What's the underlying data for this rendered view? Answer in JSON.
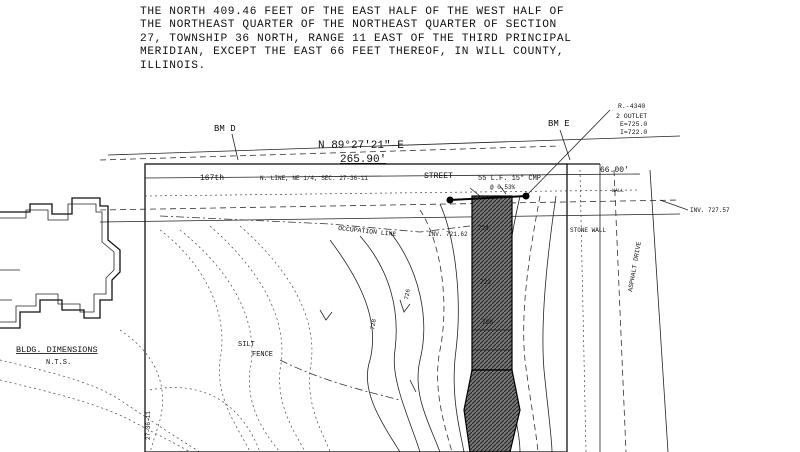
{
  "legal_description": [
    "THE NORTH 409.46 FEET OF THE EAST HALF OF THE WEST HALF OF",
    "THE NORTHEAST QUARTER OF THE NORTHEAST QUARTER OF SECTION",
    "27, TOWNSHIP 36 NORTH, RANGE 11 EAST OF THE THIRD PRINCIPAL",
    "MERIDIAN, EXCEPT THE EAST 66 FEET THEREOF, IN WILL COUNTY,",
    "ILLINOIS."
  ],
  "labels": {
    "bm_d": "BM D",
    "bm_e": "BM E",
    "bearing": "N 89°27'21\" E",
    "distance": "265.90'",
    "street_name": "167th",
    "n_line": "N. LINE, NE 1/4, SEC. 27-36-11",
    "street": "STREET",
    "cmp": "55 L.F. 15\" CMP",
    "cmp_slope": "@ 0.53%",
    "occupation_line": "OCCUPATION LINE",
    "right_of_way": "66.00'",
    "stone_wall": "STONE WALL",
    "asphalt_drive": "ASPHALT DRIVE",
    "silt_fence_1": "SILT",
    "silt_fence_2": "FENCE",
    "bldg_dimensions": "BLDG. DIMENSIONS",
    "nts": "N.T.S.",
    "bm_elev_r": "R.-4340",
    "bm_outlet": "2 OUTLET",
    "bm_inv": "INV. 721.62",
    "inv_right": "INV. 727.57",
    "section_ref": "27-36-11",
    "outlet_elev": "E=725.0",
    "outlet_inv": "I=722.0",
    "contour_722": "722",
    "contour_724": "724",
    "contour_726": "726",
    "contour_728": "728",
    "contour_720": "720",
    "wall_label": "WALL"
  }
}
